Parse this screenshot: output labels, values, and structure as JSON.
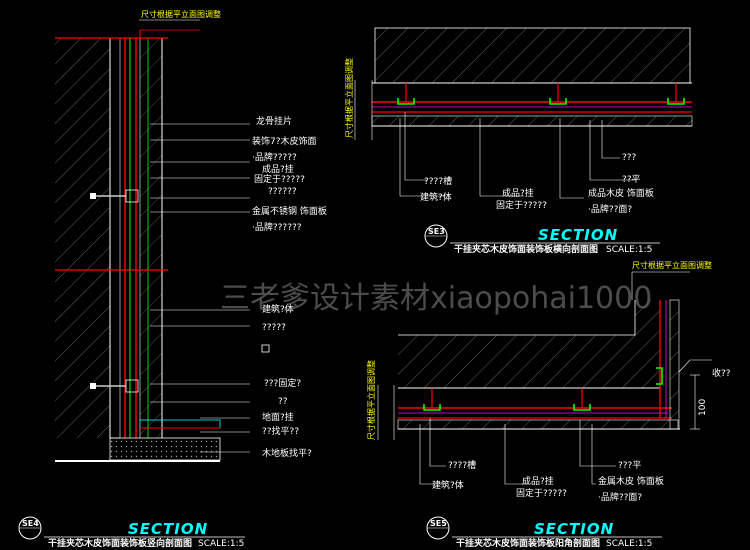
{
  "watermark": "三老爹设计素材xiaopohai1000",
  "left_detail": {
    "top_note": "尺寸根据平立面图调整",
    "labels": [
      "龙骨挂片",
      "装饰7?木皮饰面",
      "·品牌?????",
      "成品?挂",
      "固定于?????",
      "??????",
      "金属不锈钢 饰面板",
      "·品牌??????",
      "建筑?体",
      "?????",
      "???固定?",
      "??",
      "地面?挂",
      "??找平??",
      "木地板找平?"
    ],
    "badge": "SE4",
    "section": "SECTION",
    "caption": "干挂夹芯木皮饰面装饰板竖向剖面图",
    "scale": "SCALE:1:5"
  },
  "right_top_detail": {
    "side_note": "尺寸根据平立面图调整",
    "labels": [
      "???",
      "??平",
      "????槽",
      "建筑?体",
      "成品?挂",
      "固定于?????",
      "成品木皮 饰面板",
      "·品牌??面?"
    ],
    "badge": "SE3",
    "section": "SECTION",
    "caption": "干挂夹芯木皮饰面装饰板横向剖面图",
    "scale": "SCALE:1:5"
  },
  "right_bottom_detail": {
    "top_note": "尺寸根据平立面图调整",
    "side_note": "尺寸根据平立面图调整",
    "labels": [
      "收??",
      "100",
      "????槽",
      "建筑?体",
      "成品?挂",
      "固定于?????",
      "???平",
      "金属木皮 饰面板",
      "·品牌??面?"
    ],
    "badge": "SE5",
    "section": "SECTION",
    "caption": "干挂夹芯木皮饰面装饰板阳角剖面图",
    "scale": "SCALE:1:5"
  }
}
